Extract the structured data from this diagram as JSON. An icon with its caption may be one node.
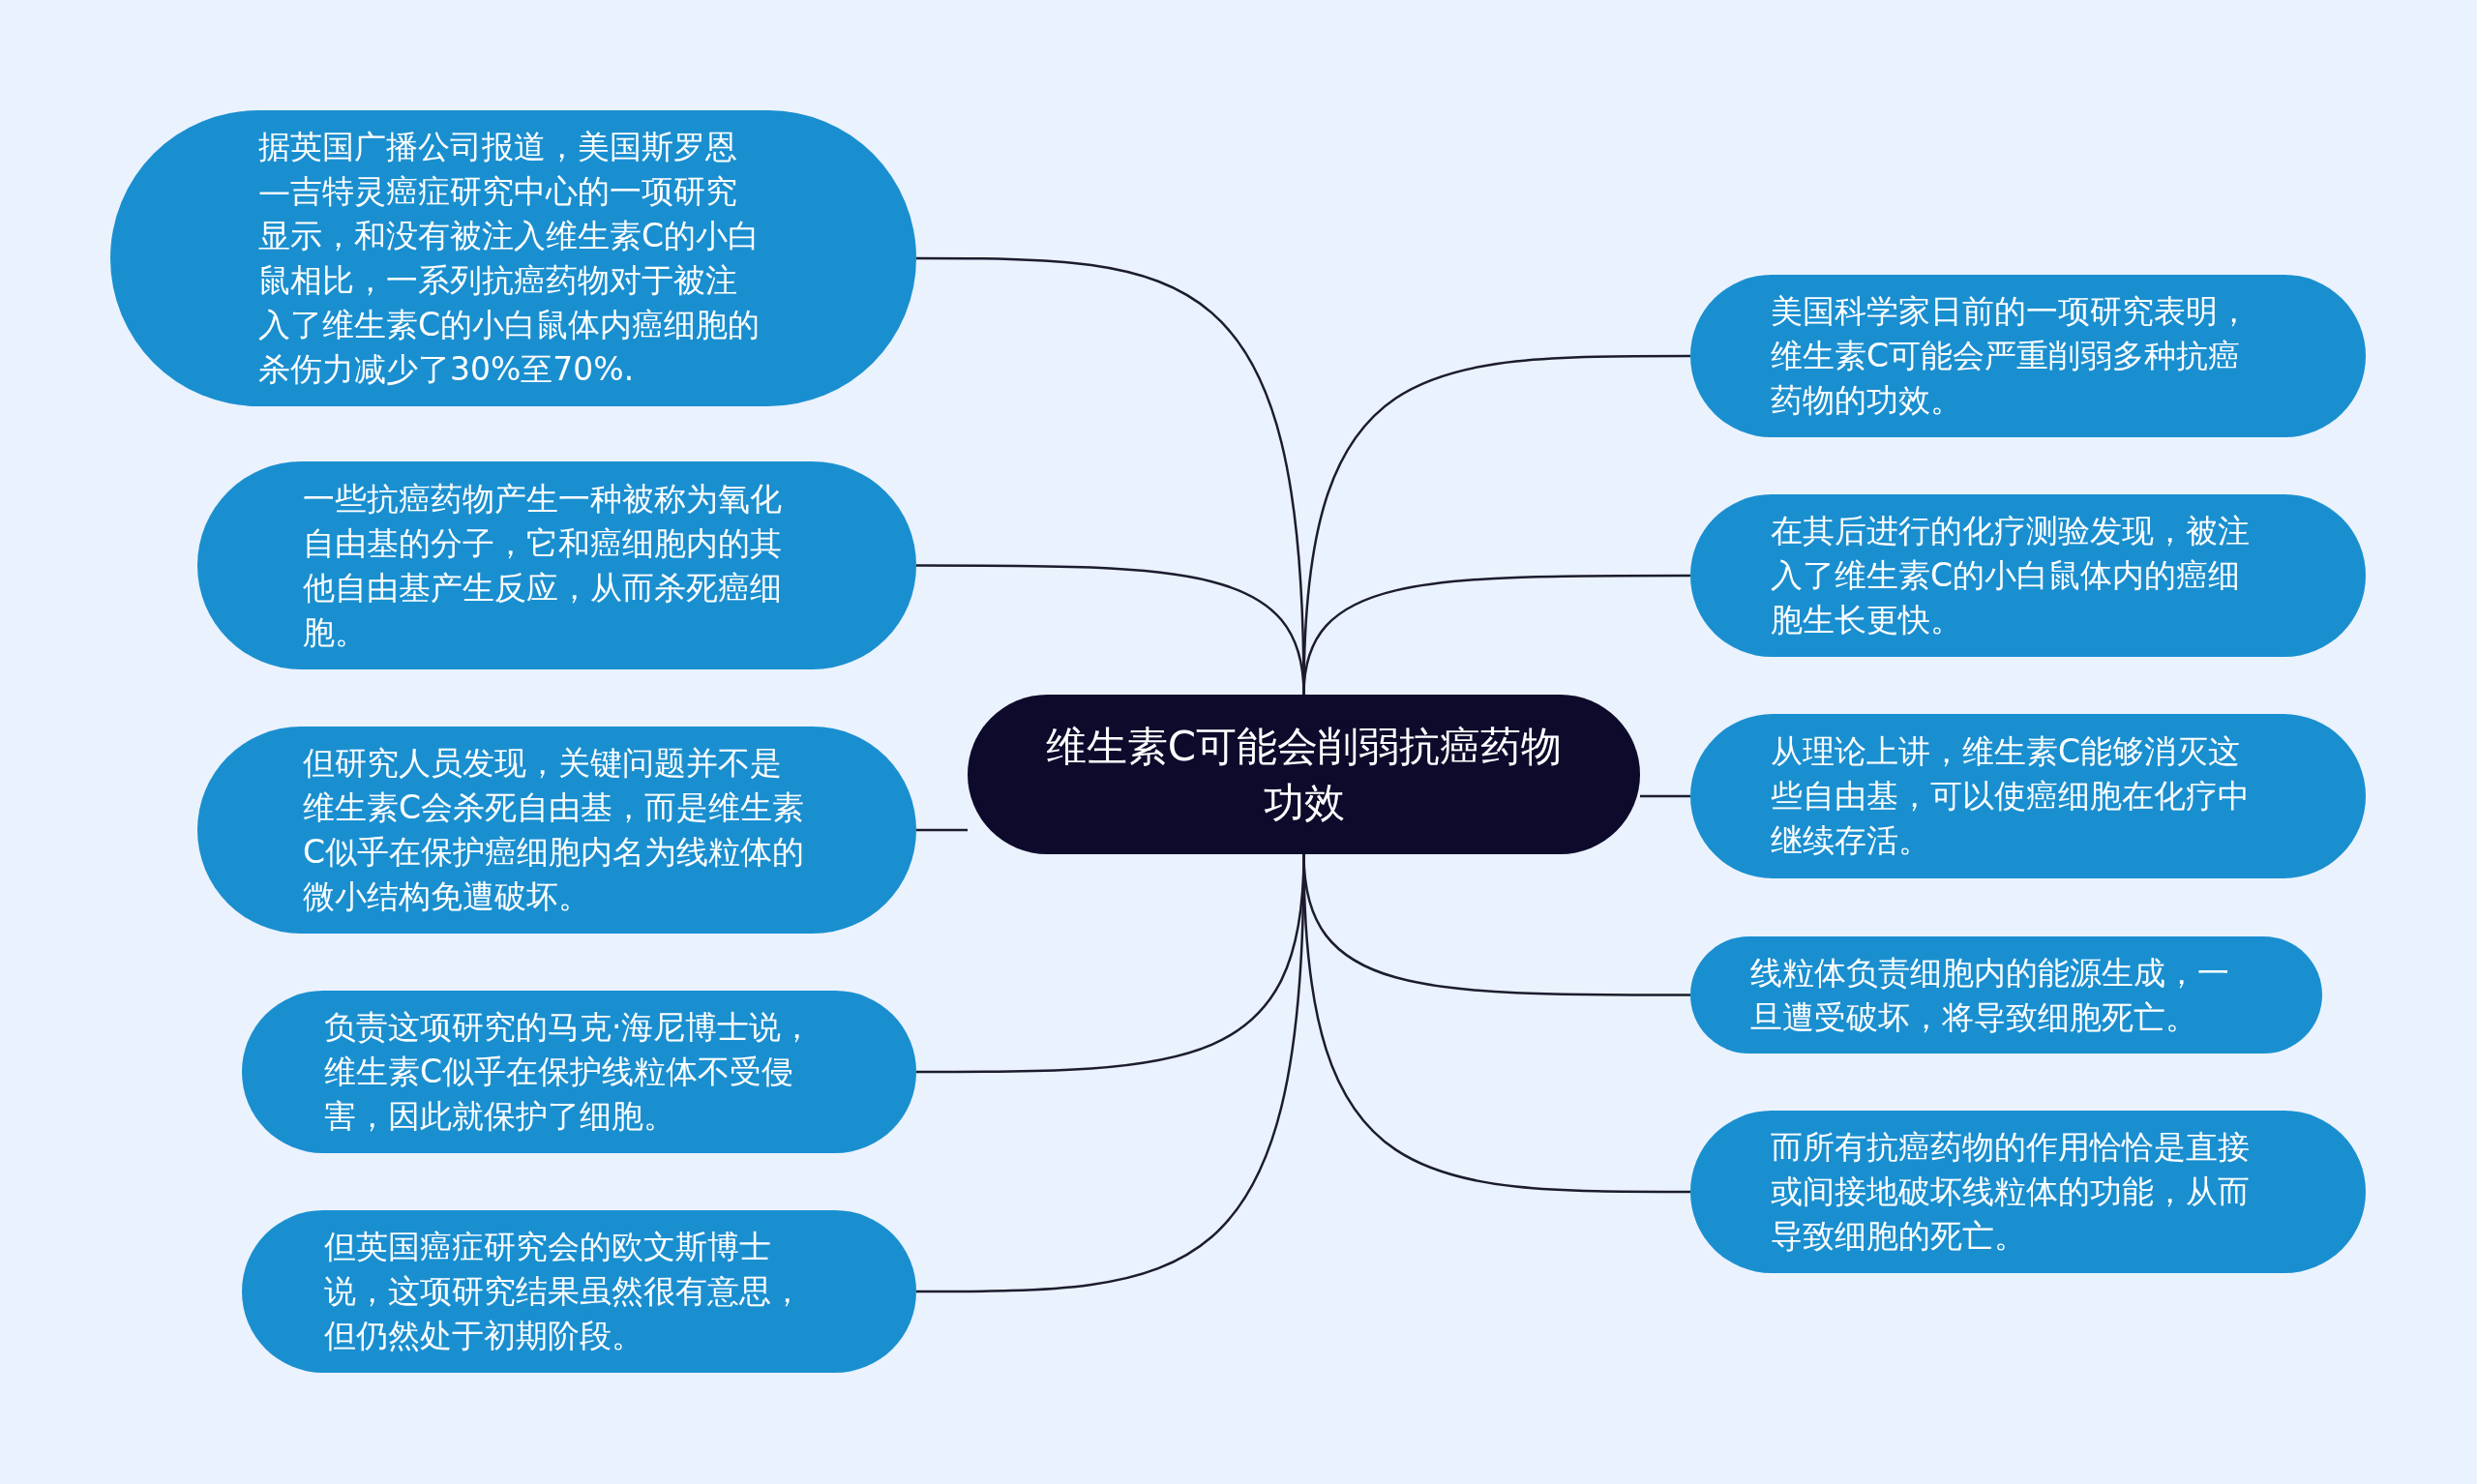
{
  "diagram": {
    "nodes": [
      {
        "text": [
          "维生素C可能会削弱抗癌药物功效"
        ]
      },
      {
        "text": [
          "据英国广播公司报道，美国斯罗恩—吉特灵癌症研究中心的一项研究显示，和没有被注入维生素C的小白鼠相比，一系列抗癌药物对于被注入了维生素C的小白鼠体内癌细胞的杀伤力减少了30%至70%."
        ]
      },
      {
        "text": [
          "一些抗癌药物产生一种被称为氧化自由基的分子，它和癌细胞内的其他自由基产生反应，从而杀死癌细胞。"
        ]
      },
      {
        "text": [
          "但研究人员发现，关键问题并不是维生素C会杀死自由基，而是维生素C似乎在保护癌细胞内名为线粒体的微小结构免遭破坏。"
        ]
      },
      {
        "text": [
          "负责这项研究的马克·海尼博士说，维生素C似乎在保护线粒体不受侵害，因此就保护了细胞。"
        ]
      },
      {
        "text": [
          "但英国癌症研究会的欧文斯博士说，这项研究结果虽然很有意思，但仍然处于初期阶段。"
        ]
      },
      {
        "text": [
          "美国科学家日前的一项研究表明，维生素C可能会严重削弱多种抗癌药物的功效。"
        ]
      },
      {
        "text": [
          "在其后进行的化疗测验发现，被注入了维生素C的小白鼠体内的癌细胞生长更快。"
        ]
      },
      {
        "text": [
          "从理论上讲，维生素C能够消灭这些自由基，可以使癌细胞在化疗中继续存活。"
        ]
      },
      {
        "text": [
          "线粒体负责细胞内的能源生成，一旦遭受破坏，将导致细胞死亡。"
        ]
      },
      {
        "text": [
          "而所有抗癌药物的作用恰恰是直接或间接地破坏线粒体的功能，从而导致细胞的死亡。"
        ]
      }
    ],
    "edges": [
      {
        "from": 0,
        "to": 1,
        "arrow": "none"
      },
      {
        "from": 0,
        "to": 2,
        "arrow": "none"
      },
      {
        "from": 0,
        "to": 3,
        "arrow": "none"
      },
      {
        "from": 0,
        "to": 4,
        "arrow": "none"
      },
      {
        "from": 0,
        "to": 5,
        "arrow": "none"
      },
      {
        "from": 0,
        "to": 6,
        "arrow": "none"
      },
      {
        "from": 0,
        "to": 7,
        "arrow": "none"
      },
      {
        "from": 0,
        "to": 8,
        "arrow": "none"
      },
      {
        "from": 0,
        "to": 9,
        "arrow": "none"
      },
      {
        "from": 0,
        "to": 10,
        "arrow": "none"
      }
    ]
  }
}
